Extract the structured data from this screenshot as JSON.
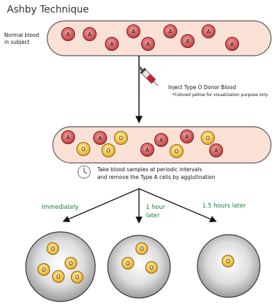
{
  "title": "Ashby Technique",
  "vessel1": {
    "label_lines": [
      "Normal blood",
      "in subject"
    ],
    "cells": [
      "A",
      "A",
      "A",
      "A",
      "A",
      "A",
      "A",
      "A",
      "A"
    ]
  },
  "injection": {
    "text": "Inject Type O Donor Blood",
    "note": "*Colored yellow for visualization purpose only",
    "type_a_color": "#e07a7a",
    "type_o_color": "#f5c542"
  },
  "vessel2": {
    "cells": [
      "A",
      "O",
      "A",
      "O",
      "O",
      "A",
      "A",
      "O",
      "A",
      "O",
      "A"
    ]
  },
  "sampling": {
    "lines": [
      "Take blood samples at periodic intervals",
      "and remove the Type A cells by agglutination"
    ]
  },
  "branches": {
    "labels": [
      "Immediately",
      "1 hour later",
      "1.5 hours later"
    ],
    "label_color": "#1a7a3a"
  },
  "samples": [
    {
      "cells": [
        "O",
        "O",
        "O",
        "O",
        "O"
      ]
    },
    {
      "cells": [
        "O",
        "O",
        "O"
      ]
    },
    {
      "cells": [
        "O"
      ]
    }
  ]
}
